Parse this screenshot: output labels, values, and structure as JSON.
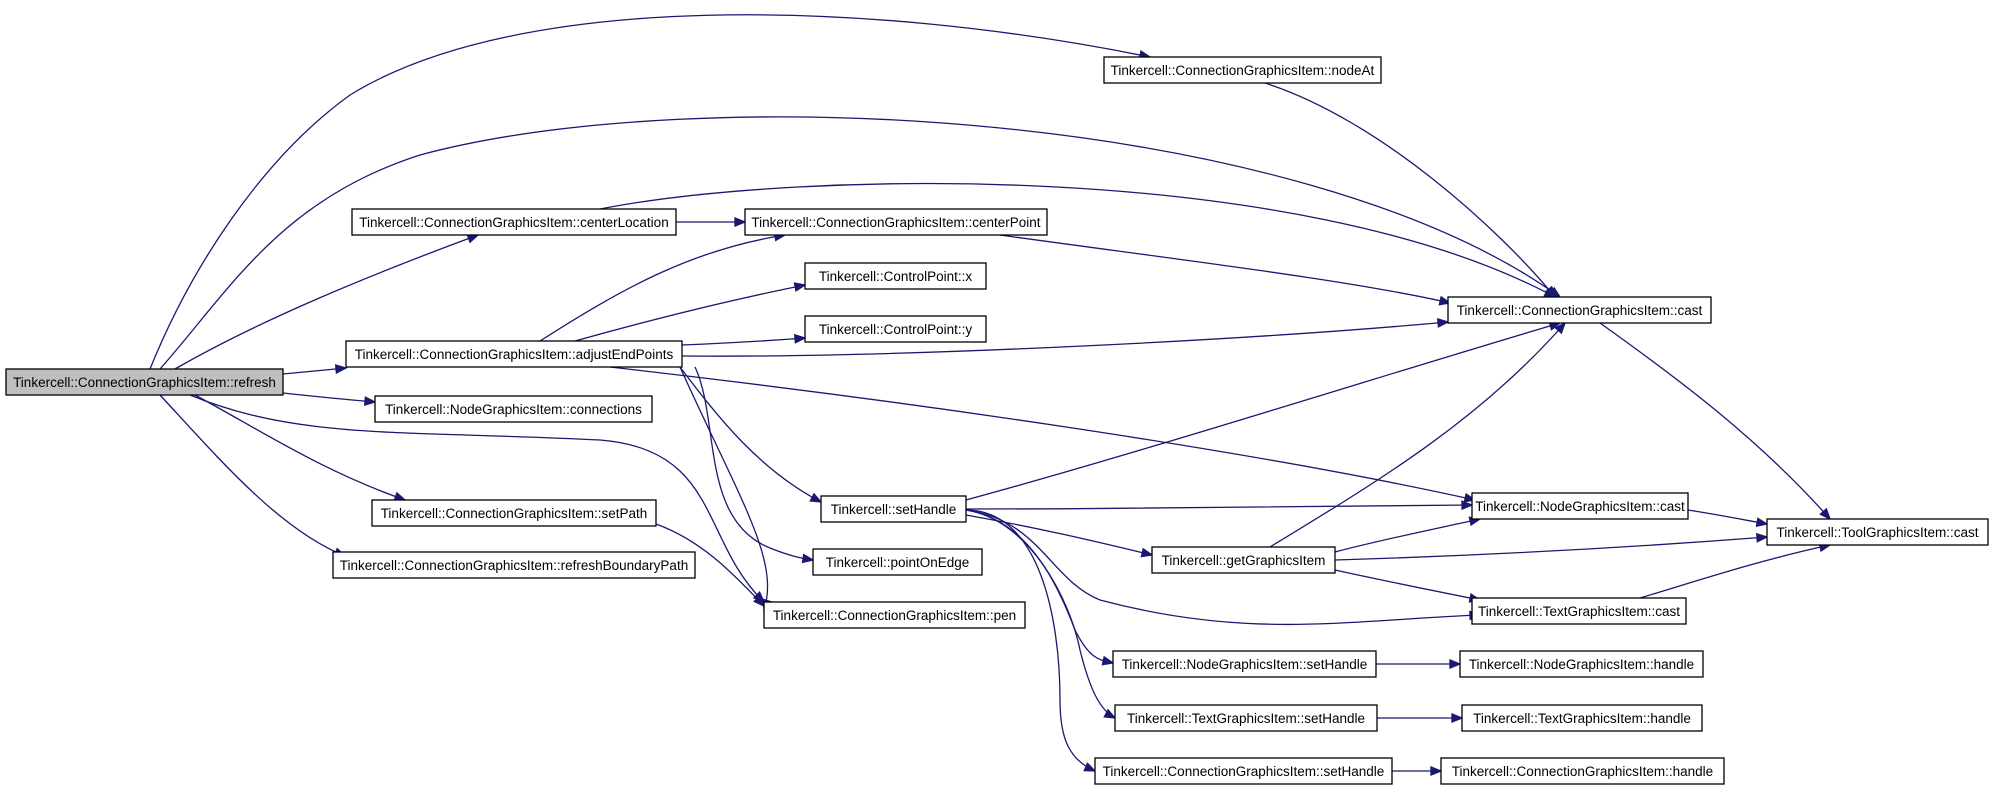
{
  "diagram": {
    "type": "call-graph",
    "colors": {
      "edge": "#191970",
      "node_border": "#000000",
      "root_fill": "#bfbfbf",
      "node_fill": "#ffffff"
    },
    "nodes": [
      {
        "id": "refresh",
        "label": "Tinkercell::ConnectionGraphicsItem::refresh"
      },
      {
        "id": "nodeAt",
        "label": "Tinkercell::ConnectionGraphicsItem::nodeAt"
      },
      {
        "id": "centerLocation",
        "label": "Tinkercell::ConnectionGraphicsItem::centerLocation"
      },
      {
        "id": "centerPoint",
        "label": "Tinkercell::ConnectionGraphicsItem::centerPoint"
      },
      {
        "id": "cpx",
        "label": "Tinkercell::ControlPoint::x"
      },
      {
        "id": "cpy",
        "label": "Tinkercell::ControlPoint::y"
      },
      {
        "id": "cgiCast",
        "label": "Tinkercell::ConnectionGraphicsItem::cast"
      },
      {
        "id": "adjustEndPoints",
        "label": "Tinkercell::ConnectionGraphicsItem::adjustEndPoints"
      },
      {
        "id": "connections",
        "label": "Tinkercell::NodeGraphicsItem::connections"
      },
      {
        "id": "setHandle",
        "label": "Tinkercell::setHandle"
      },
      {
        "id": "ngiCast",
        "label": "Tinkercell::NodeGraphicsItem::cast"
      },
      {
        "id": "tgiToolCast",
        "label": "Tinkercell::ToolGraphicsItem::cast"
      },
      {
        "id": "setPath",
        "label": "Tinkercell::ConnectionGraphicsItem::setPath"
      },
      {
        "id": "getGraphicsItem",
        "label": "Tinkercell::getGraphicsItem"
      },
      {
        "id": "pointOnEdge",
        "label": "Tinkercell::pointOnEdge"
      },
      {
        "id": "refreshBoundaryPath",
        "label": "Tinkercell::ConnectionGraphicsItem::refreshBoundaryPath"
      },
      {
        "id": "textCast",
        "label": "Tinkercell::TextGraphicsItem::cast"
      },
      {
        "id": "pen",
        "label": "Tinkercell::ConnectionGraphicsItem::pen"
      },
      {
        "id": "ngiSetHandle",
        "label": "Tinkercell::NodeGraphicsItem::setHandle"
      },
      {
        "id": "ngiHandle",
        "label": "Tinkercell::NodeGraphicsItem::handle"
      },
      {
        "id": "tgiSetHandle",
        "label": "Tinkercell::TextGraphicsItem::setHandle"
      },
      {
        "id": "tgiHandle",
        "label": "Tinkercell::TextGraphicsItem::handle"
      },
      {
        "id": "cgiSetHandle",
        "label": "Tinkercell::ConnectionGraphicsItem::setHandle"
      },
      {
        "id": "cgiHandle",
        "label": "Tinkercell::ConnectionGraphicsItem::handle"
      }
    ],
    "edges": [
      {
        "from": "refresh",
        "to": "nodeAt"
      },
      {
        "from": "refresh",
        "to": "cgiCast"
      },
      {
        "from": "refresh",
        "to": "centerLocation"
      },
      {
        "from": "refresh",
        "to": "adjustEndPoints"
      },
      {
        "from": "refresh",
        "to": "connections"
      },
      {
        "from": "refresh",
        "to": "setPath"
      },
      {
        "from": "refresh",
        "to": "refreshBoundaryPath"
      },
      {
        "from": "refresh",
        "to": "pen"
      },
      {
        "from": "nodeAt",
        "to": "cgiCast"
      },
      {
        "from": "centerLocation",
        "to": "centerPoint"
      },
      {
        "from": "centerLocation",
        "to": "cgiCast"
      },
      {
        "from": "centerPoint",
        "to": "cgiCast"
      },
      {
        "from": "adjustEndPoints",
        "to": "centerPoint"
      },
      {
        "from": "adjustEndPoints",
        "to": "cpx"
      },
      {
        "from": "adjustEndPoints",
        "to": "cpy"
      },
      {
        "from": "adjustEndPoints",
        "to": "cgiCast"
      },
      {
        "from": "adjustEndPoints",
        "to": "ngiCast"
      },
      {
        "from": "adjustEndPoints",
        "to": "setHandle"
      },
      {
        "from": "adjustEndPoints",
        "to": "pointOnEdge"
      },
      {
        "from": "adjustEndPoints",
        "to": "pen"
      },
      {
        "from": "cgiCast",
        "to": "tgiToolCast"
      },
      {
        "from": "setPath",
        "to": "pen"
      },
      {
        "from": "setHandle",
        "to": "cgiCast"
      },
      {
        "from": "setHandle",
        "to": "ngiCast"
      },
      {
        "from": "setHandle",
        "to": "getGraphicsItem"
      },
      {
        "from": "setHandle",
        "to": "textCast"
      },
      {
        "from": "setHandle",
        "to": "ngiSetHandle"
      },
      {
        "from": "setHandle",
        "to": "tgiSetHandle"
      },
      {
        "from": "setHandle",
        "to": "cgiSetHandle"
      },
      {
        "from": "getGraphicsItem",
        "to": "cgiCast"
      },
      {
        "from": "getGraphicsItem",
        "to": "ngiCast"
      },
      {
        "from": "getGraphicsItem",
        "to": "tgiToolCast"
      },
      {
        "from": "getGraphicsItem",
        "to": "textCast"
      },
      {
        "from": "ngiCast",
        "to": "tgiToolCast"
      },
      {
        "from": "textCast",
        "to": "tgiToolCast"
      },
      {
        "from": "ngiSetHandle",
        "to": "ngiHandle"
      },
      {
        "from": "tgiSetHandle",
        "to": "tgiHandle"
      },
      {
        "from": "cgiSetHandle",
        "to": "cgiHandle"
      }
    ]
  }
}
